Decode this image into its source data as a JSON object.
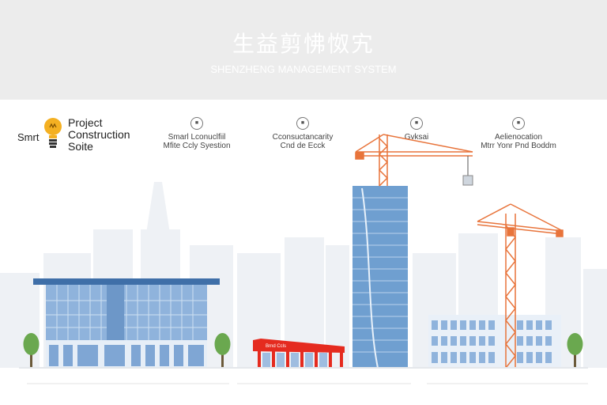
{
  "banner": {
    "title": "生益剪怫怓宄",
    "subtitle": "SHENZHENG MANAGEMENT SYSTEM"
  },
  "brand": {
    "smart": "Smrt",
    "line1": "Project",
    "line2": "Construction",
    "line3": "Soite",
    "icon": "lightbulb-icon"
  },
  "features": [
    {
      "icon": "badge-icon",
      "line1": "Smarl Lconuclfiil",
      "line2": "Mfite Ccly Syestion"
    },
    {
      "icon": "badge-icon",
      "line1": "Cconsuctancarity",
      "line2": "Cnd de Ecck"
    },
    {
      "icon": "badge-icon",
      "line1": "Gvksai",
      "line2": ""
    },
    {
      "icon": "badge-icon",
      "line1": "Aelienocation",
      "line2": "Mtrr Yonr Pnd Boddm"
    }
  ],
  "scene": {
    "shelter_sign": "Brnd Ccls",
    "colors": {
      "glass": "#6f9fd0",
      "crane": "#e8743b",
      "shelter": "#e52b1f",
      "tree": "#6aa84f",
      "skyline": "#eef1f5"
    }
  }
}
